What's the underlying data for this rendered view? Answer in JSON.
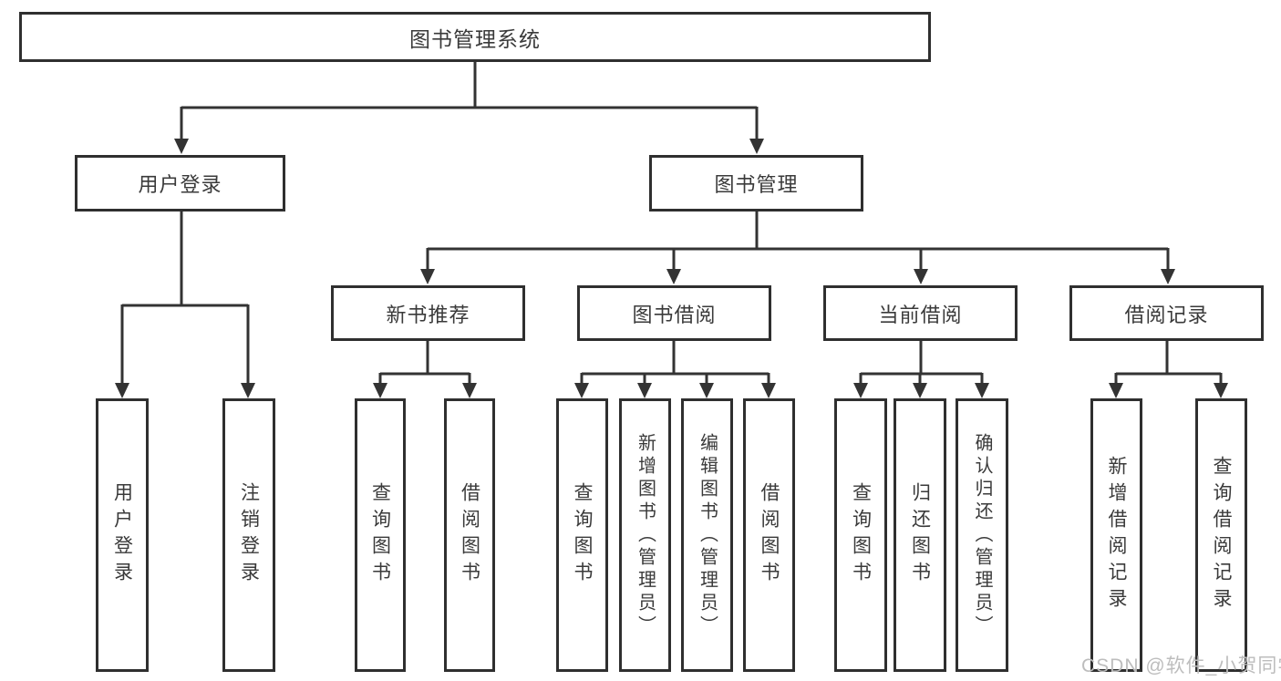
{
  "diagram": {
    "title": "图书管理系统",
    "root": {
      "label": "图书管理系统"
    },
    "level2": [
      {
        "id": "user-login",
        "label": "用户登录"
      },
      {
        "id": "book-management",
        "label": "图书管理"
      }
    ],
    "level3": [
      {
        "id": "new-book-recommend",
        "label": "新书推荐"
      },
      {
        "id": "book-borrow",
        "label": "图书借阅"
      },
      {
        "id": "current-borrow",
        "label": "当前借阅"
      },
      {
        "id": "borrow-records",
        "label": "借阅记录"
      }
    ],
    "leaves": {
      "user_login": [
        {
          "label": "用户登录"
        },
        {
          "label": "注销登录"
        }
      ],
      "new_books": [
        {
          "label": "查询图书"
        },
        {
          "label": "借阅图书"
        }
      ],
      "book_borrow": [
        {
          "label": "查询图书"
        },
        {
          "label": "新增图书（管理员）"
        },
        {
          "label": "编辑图书（管理员）"
        },
        {
          "label": "借阅图书"
        }
      ],
      "current_borrow": [
        {
          "label": "查询图书"
        },
        {
          "label": "归还图书"
        },
        {
          "label": "确认归还（管理员）"
        }
      ],
      "borrow_records": [
        {
          "label": "新增借阅记录"
        },
        {
          "label": "查询借阅记录"
        }
      ]
    },
    "watermark": "CSDN @软件_小贺同学",
    "colors": {
      "line": "#333333",
      "box_border": "#2f2f2f",
      "text": "#3a3a3a",
      "watermark": "#bdbdbd",
      "background": "#ffffff"
    }
  }
}
